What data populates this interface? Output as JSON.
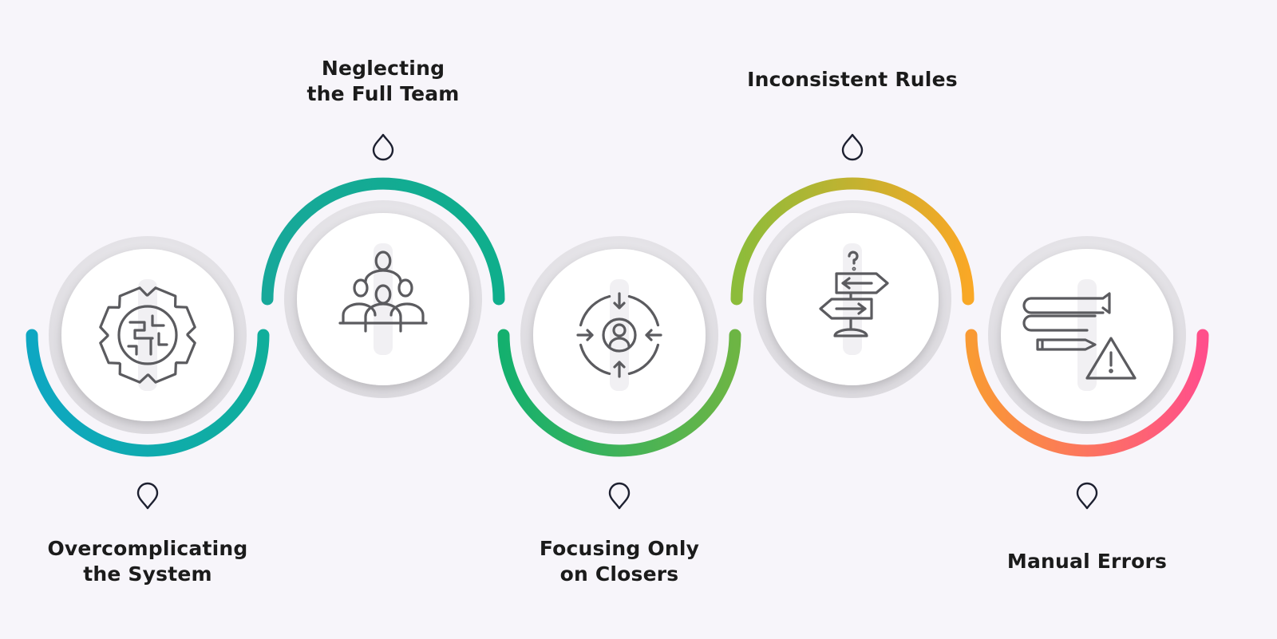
{
  "steps": [
    {
      "label_lines": [
        "Overcomplicating",
        "the System"
      ],
      "icon": "gear-maze-icon",
      "accent": [
        "#0ea7c2",
        "#10ae9b"
      ]
    },
    {
      "label_lines": [
        "Neglecting",
        "the Full Team"
      ],
      "icon": "team-group-icon",
      "accent": [
        "#17a89a",
        "#0fae8c"
      ]
    },
    {
      "label_lines": [
        "Focusing Only",
        "on Closers"
      ],
      "icon": "person-target-icon",
      "accent": [
        "#14b06e",
        "#6db544"
      ]
    },
    {
      "label_lines": [
        "Inconsistent Rules"
      ],
      "icon": "confused-signpost-icon",
      "accent": [
        "#8cbc3a",
        "#f9a826"
      ]
    },
    {
      "label_lines": [
        "Manual Errors"
      ],
      "icon": "books-warning-icon",
      "accent": [
        "#f99a33",
        "#ff4f8b"
      ]
    }
  ],
  "colors": {
    "background": "#f7f5fa",
    "icon_stroke": "#5b5b5f",
    "pin": "#1d2030",
    "text": "#1b1b1b"
  }
}
